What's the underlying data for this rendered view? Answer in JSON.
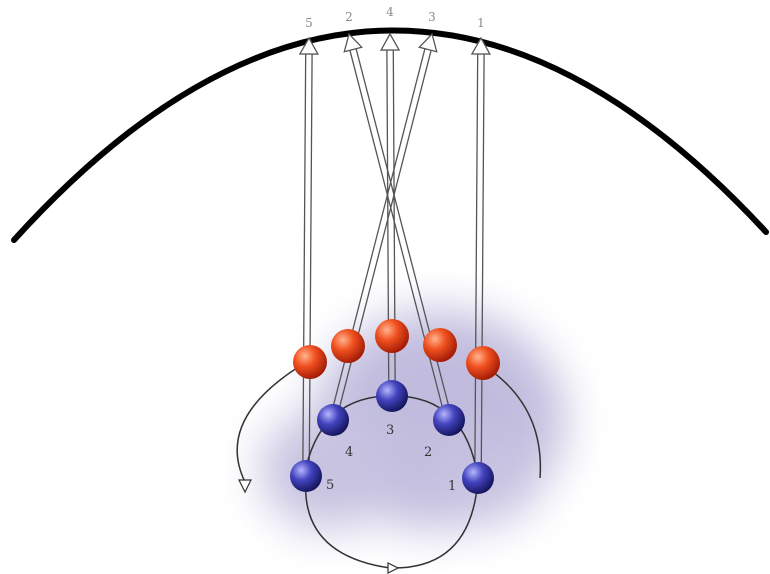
{
  "top_labels": [
    "5",
    "2",
    "4",
    "3",
    "1"
  ],
  "blue_labels": [
    "5",
    "4",
    "3",
    "2",
    "1"
  ],
  "colors": {
    "red_ball": "#e8401c",
    "blue_ball": "#3a3aa8",
    "halo": "#8f86c2",
    "arc": "#000000",
    "ray": "#555555"
  }
}
